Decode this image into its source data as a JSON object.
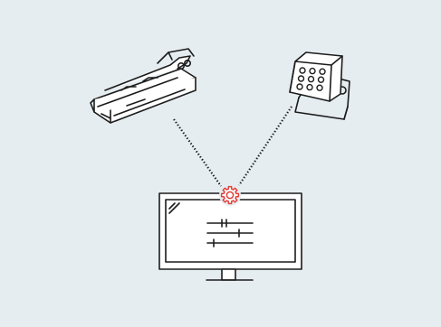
{
  "scene": {
    "background_color": "#e6edf1",
    "line_color": "#1c1c1c",
    "accent_color": "#e0413a"
  },
  "nodes": [
    {
      "id": "linear-luminaire",
      "icon": "linear-batten-light-icon"
    },
    {
      "id": "flood-light",
      "icon": "led-flood-light-icon",
      "led_count": 9
    },
    {
      "id": "control-monitor",
      "icon": "monitor-with-sliders-icon",
      "slider_count": 3
    },
    {
      "id": "gear",
      "icon": "settings-gear-icon"
    }
  ],
  "connections": [
    {
      "from": "linear-luminaire",
      "to": "gear",
      "style": "dotted"
    },
    {
      "from": "flood-light",
      "to": "gear",
      "style": "dotted"
    }
  ]
}
